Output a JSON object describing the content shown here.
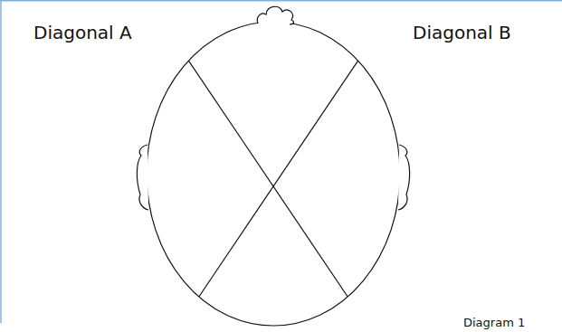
{
  "diagram": {
    "labels": [
      "Diagonal A",
      "Diagonal B",
      "Diagram 1"
    ]
  }
}
